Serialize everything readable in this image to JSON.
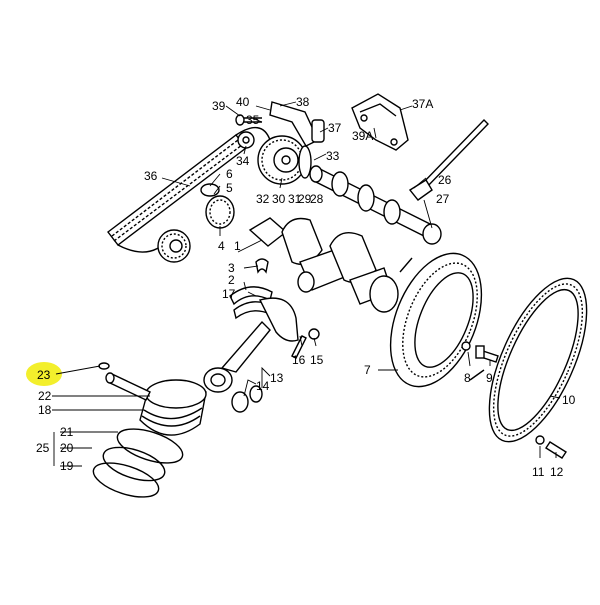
{
  "highlight": {
    "color": "#f3ef2c",
    "label_key": "p23"
  },
  "labels": {
    "p39": "39",
    "p40": "40",
    "p38": "38",
    "p35": "35",
    "p37": "37",
    "p37a": "37A",
    "p39a": "39A",
    "p34": "34",
    "p33": "33",
    "p36": "36",
    "p6": "6",
    "p5": "5",
    "p4": "4",
    "p1": "1",
    "p32": "32",
    "p30": "30",
    "p31": "31",
    "p29": "29",
    "p28": "28",
    "p26": "26",
    "p27": "27",
    "p3": "3",
    "p2": "2",
    "p17": "17",
    "p16": "16",
    "p15": "15",
    "p14": "14",
    "p13": "13",
    "p7": "7",
    "p8": "8",
    "p9": "9",
    "p10": "10",
    "p11": "11",
    "p12": "12",
    "p23": "23",
    "p22": "22",
    "p18": "18",
    "p21": "21",
    "p25": "25",
    "p20": "20",
    "p19": "19"
  }
}
